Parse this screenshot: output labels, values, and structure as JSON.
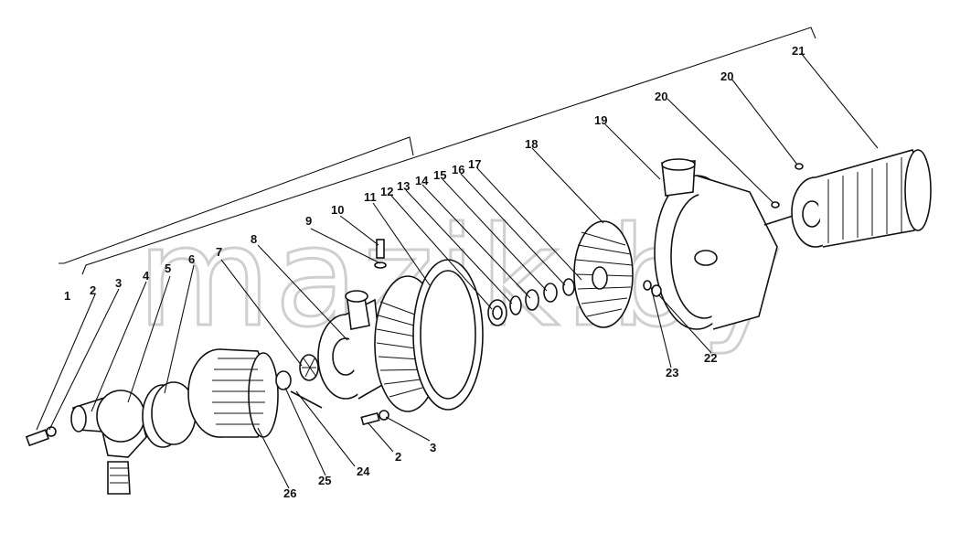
{
  "watermark": "mazik.by",
  "labels": {
    "l1": "1",
    "l2a": "2",
    "l3a": "3",
    "l4": "4",
    "l5": "5",
    "l6": "6",
    "l7": "7",
    "l8": "8",
    "l9": "9",
    "l10": "10",
    "l11": "11",
    "l12": "12",
    "l13": "13",
    "l14": "14",
    "l15": "15",
    "l16": "16",
    "l17": "17",
    "l18": "18",
    "l19": "19",
    "l20a": "20",
    "l20b": "20",
    "l21": "21",
    "l22": "22",
    "l23": "23",
    "l24": "24",
    "l25": "25",
    "l26": "26",
    "l2b": "2",
    "l3b": "3"
  }
}
